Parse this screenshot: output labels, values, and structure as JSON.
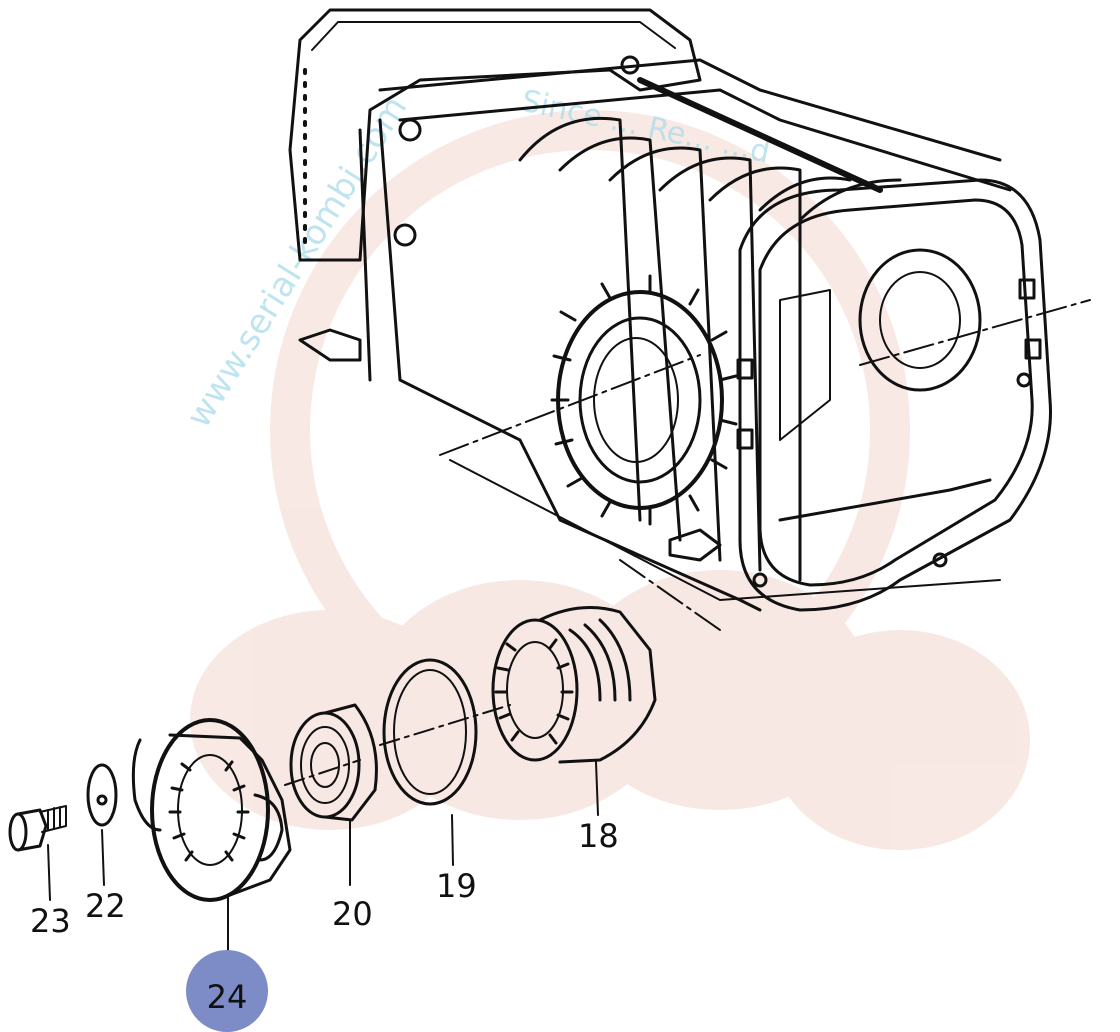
{
  "diagram": {
    "watermark": {
      "url_text": "www.serial-kombi.com",
      "arc_text": "Since ... Re... ...d"
    },
    "callouts": [
      {
        "id": "18",
        "label": "18"
      },
      {
        "id": "19",
        "label": "19"
      },
      {
        "id": "20",
        "label": "20"
      },
      {
        "id": "22",
        "label": "22"
      },
      {
        "id": "23",
        "label": "23"
      },
      {
        "id": "24",
        "label": "24",
        "highlighted": true
      }
    ],
    "colors": {
      "line": "#111111",
      "highlight": "#7d8cc6",
      "watermark_text": "#a9dcec",
      "watermark_shape": "#f3d7cf"
    }
  }
}
